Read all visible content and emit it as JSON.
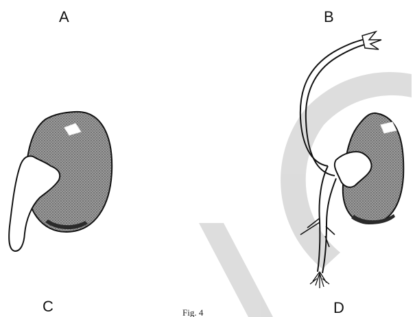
{
  "figure": {
    "labels": {
      "a": "A",
      "b": "B",
      "c": "C",
      "d": "D"
    },
    "caption": "Fig. 4",
    "colors": {
      "ink": "#111111",
      "seed_shade": "#8a8a8a",
      "seed_highlight": "#ffffff",
      "watermark": "#d9d9d9"
    }
  }
}
